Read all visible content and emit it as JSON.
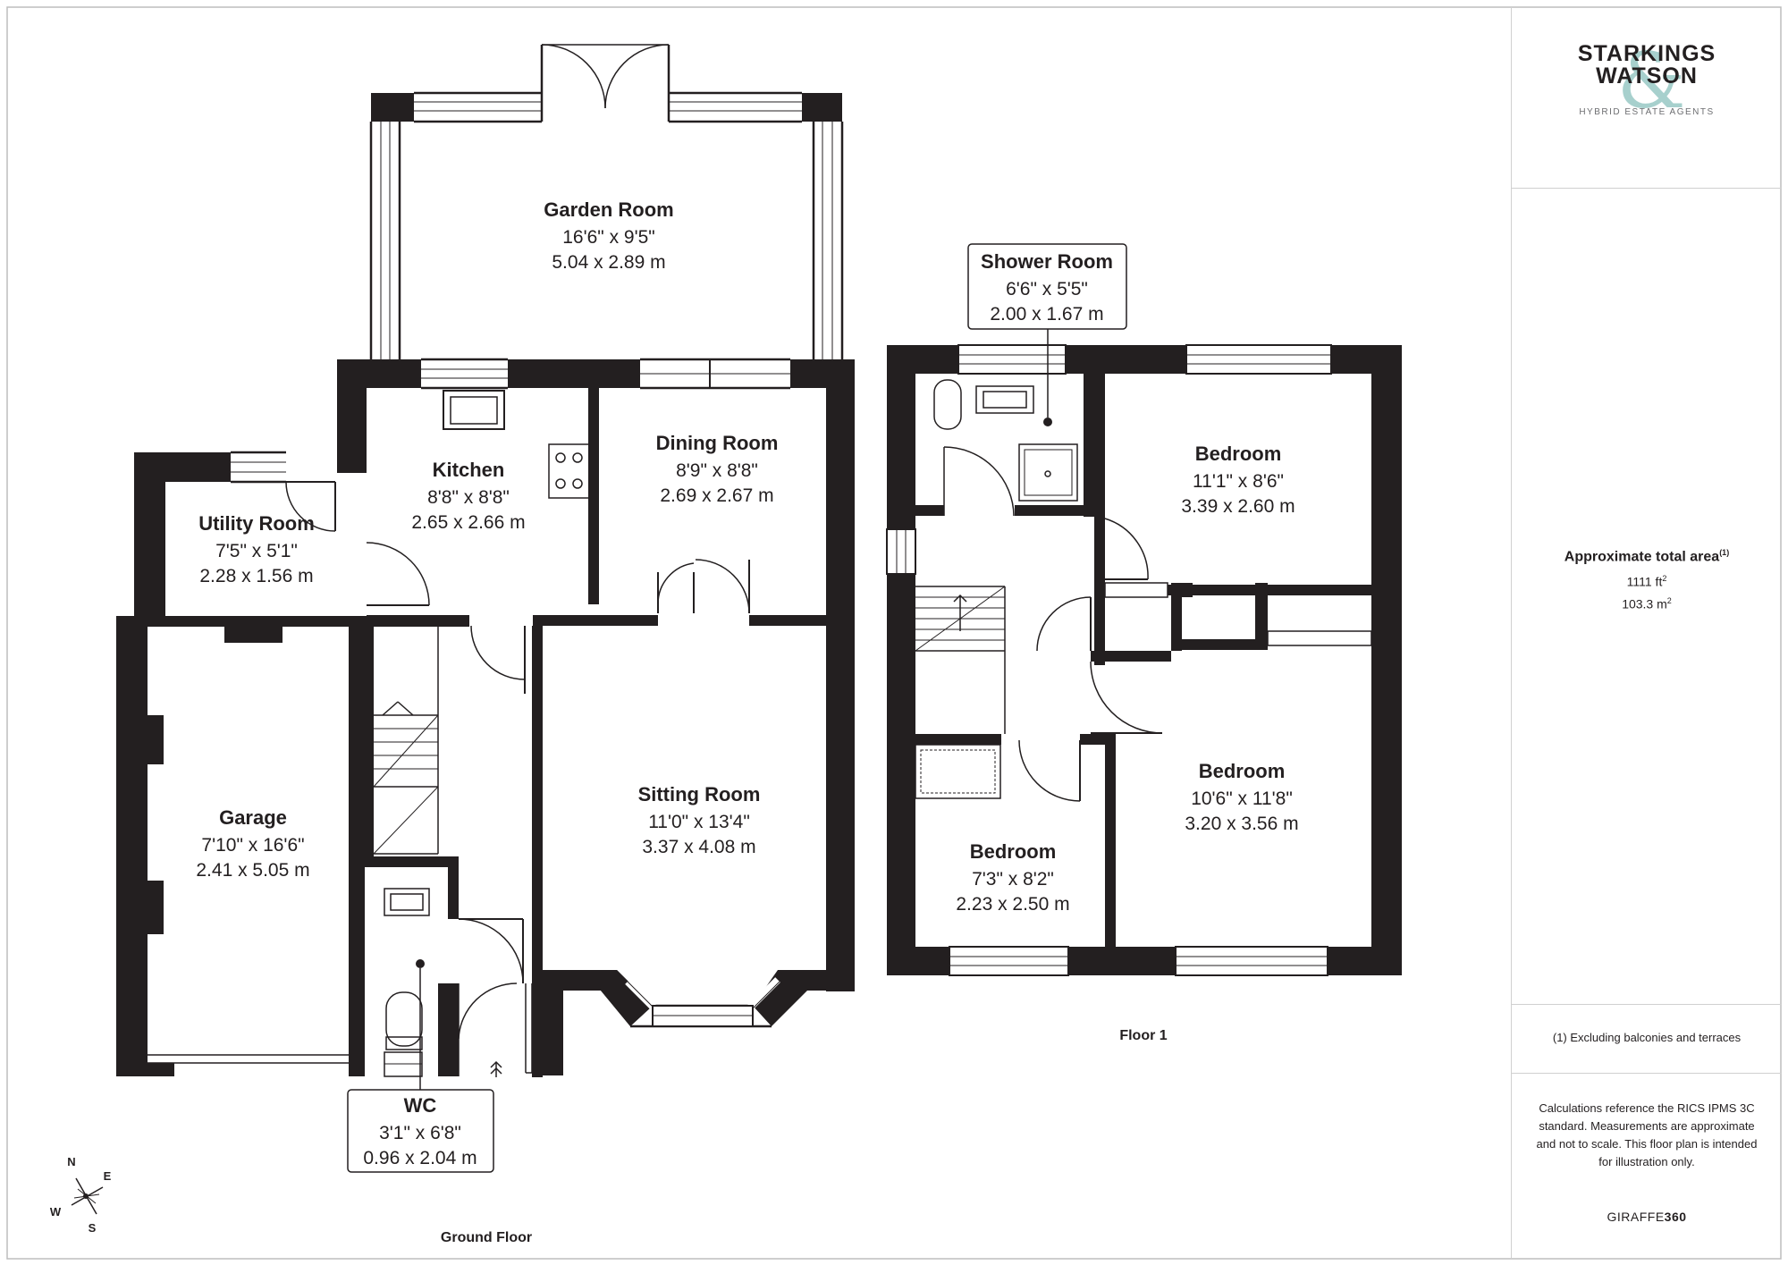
{
  "ground_floor": {
    "label": "Ground Floor",
    "rooms": [
      {
        "key": "garden_room",
        "name": "Garden Room",
        "imperial": "16'6\" x 9'5\"",
        "metric": "5.04 x 2.89 m"
      },
      {
        "key": "kitchen",
        "name": "Kitchen",
        "imperial": "8'8\" x 8'8\"",
        "metric": "2.65 x 2.66 m"
      },
      {
        "key": "dining_room",
        "name": "Dining Room",
        "imperial": "8'9\" x 8'8\"",
        "metric": "2.69 x 2.67 m"
      },
      {
        "key": "utility_room",
        "name": "Utility Room",
        "imperial": "7'5\" x 5'1\"",
        "metric": "2.28 x 1.56 m"
      },
      {
        "key": "garage",
        "name": "Garage",
        "imperial": "7'10\" x 16'6\"",
        "metric": "2.41 x 5.05 m"
      },
      {
        "key": "sitting_room",
        "name": "Sitting Room",
        "imperial": "11'0\" x 13'4\"",
        "metric": "3.37 x 4.08 m"
      },
      {
        "key": "wc",
        "name": "WC",
        "imperial": "3'1\" x 6'8\"",
        "metric": "0.96 x 2.04 m"
      }
    ]
  },
  "floor_1": {
    "label": "Floor 1",
    "rooms": [
      {
        "key": "shower_room",
        "name": "Shower Room",
        "imperial": "6'6\" x 5'5\"",
        "metric": "2.00 x 1.67 m"
      },
      {
        "key": "bedroom_front",
        "name": "Bedroom",
        "imperial": "11'1\" x 8'6\"",
        "metric": "3.39 x 2.60 m"
      },
      {
        "key": "bedroom_rear",
        "name": "Bedroom",
        "imperial": "10'6\" x 11'8\"",
        "metric": "3.20 x 3.56 m"
      },
      {
        "key": "bedroom_small",
        "name": "Bedroom",
        "imperial": "7'3\" x 8'2\"",
        "metric": "2.23 x 2.50 m"
      }
    ]
  },
  "compass": {
    "n": "N",
    "e": "E",
    "s": "S",
    "w": "W"
  },
  "brand": {
    "name_line1": "STARKINGS",
    "name_line2": "WATSON",
    "ampersand": "&",
    "tagline": "HYBRID ESTATE AGENTS"
  },
  "area": {
    "title": "Approximate total area",
    "note_ref": "(1)",
    "sqft_value": "1111 ft",
    "sqm_value": "103.3 m",
    "unit_power": "2"
  },
  "footnote": "(1) Excluding balconies and terraces",
  "disclaimer": "Calculations reference the RICS IPMS 3C standard. Measurements are approximate and not to scale. This floor plan is intended for illustration only.",
  "maker": {
    "prefix": "GIRAFFE",
    "suffix": "360"
  },
  "colors": {
    "wall": "#231f20",
    "window": "#ffffff",
    "brand_accent": "#8ac1bd",
    "frame": "#bdbdbd"
  }
}
